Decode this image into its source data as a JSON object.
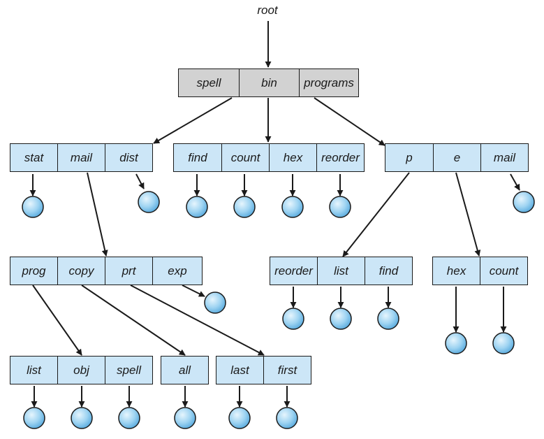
{
  "root_label": "root",
  "colors": {
    "root_directory_fill": "#d2d2d2",
    "directory_fill": "#cce6f7",
    "file_node_fill": "#9fd4f2",
    "line": "#1a1a1a"
  },
  "directories": [
    {
      "id": "root-dir",
      "entries": [
        "spell",
        "bin",
        "programs"
      ]
    },
    {
      "id": "dir-a",
      "entries": [
        "stat",
        "mail",
        "dist"
      ]
    },
    {
      "id": "dir-b",
      "entries": [
        "find",
        "count",
        "hex",
        "reorder"
      ]
    },
    {
      "id": "dir-c",
      "entries": [
        "p",
        "e",
        "mail"
      ]
    },
    {
      "id": "dir-d",
      "entries": [
        "prog",
        "copy",
        "prt",
        "exp"
      ]
    },
    {
      "id": "dir-e",
      "entries": [
        "reorder",
        "list",
        "find"
      ]
    },
    {
      "id": "dir-f",
      "entries": [
        "hex",
        "count"
      ]
    },
    {
      "id": "dir-g",
      "entries": [
        "list",
        "obj",
        "spell"
      ]
    },
    {
      "id": "dir-h",
      "entries": [
        "all"
      ]
    },
    {
      "id": "dir-i",
      "entries": [
        "last",
        "first"
      ]
    }
  ]
}
